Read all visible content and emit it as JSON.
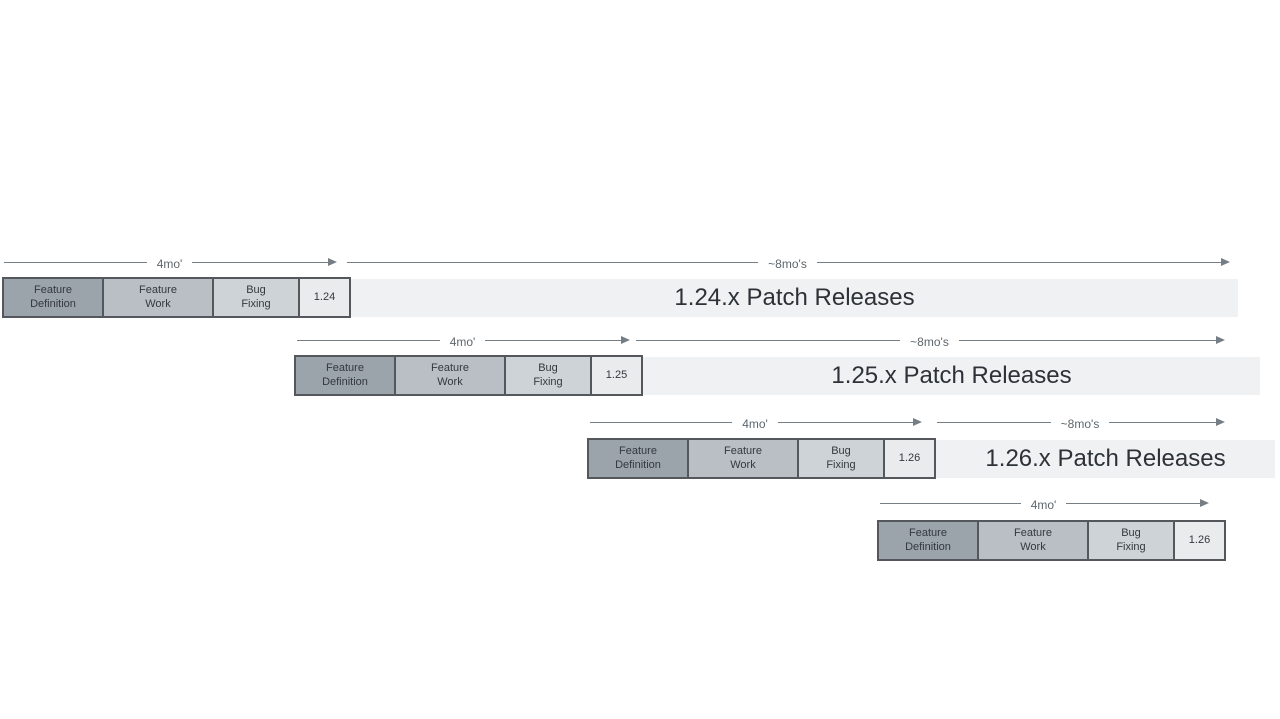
{
  "timeline": {
    "four_months": "4mo'",
    "eight_months": "~8mo's"
  },
  "phases": {
    "feature_definition": "Feature\nDefinition",
    "feature_work": "Feature\nWork",
    "bug_fixing": "Bug\nFixing"
  },
  "releases": [
    {
      "version": "1.24",
      "patch_label": "1.24.x Patch Releases"
    },
    {
      "version": "1.25",
      "patch_label": "1.25.x Patch Releases"
    },
    {
      "version": "1.26",
      "patch_label": "1.26.x Patch Releases"
    },
    {
      "version": "1.26",
      "patch_label": ""
    }
  ],
  "colors": {
    "feature_definition_fill": "#9ba3ab",
    "feature_work_fill": "#b9bfc5",
    "bug_fixing_fill": "#ced3d7",
    "version_box_fill": "#e9ebed",
    "patch_bar_fill": "#f0f1f3",
    "border": "#54585c",
    "arrow": "#767e85",
    "text_dark": "#2c3237",
    "background": "#ffffff"
  }
}
